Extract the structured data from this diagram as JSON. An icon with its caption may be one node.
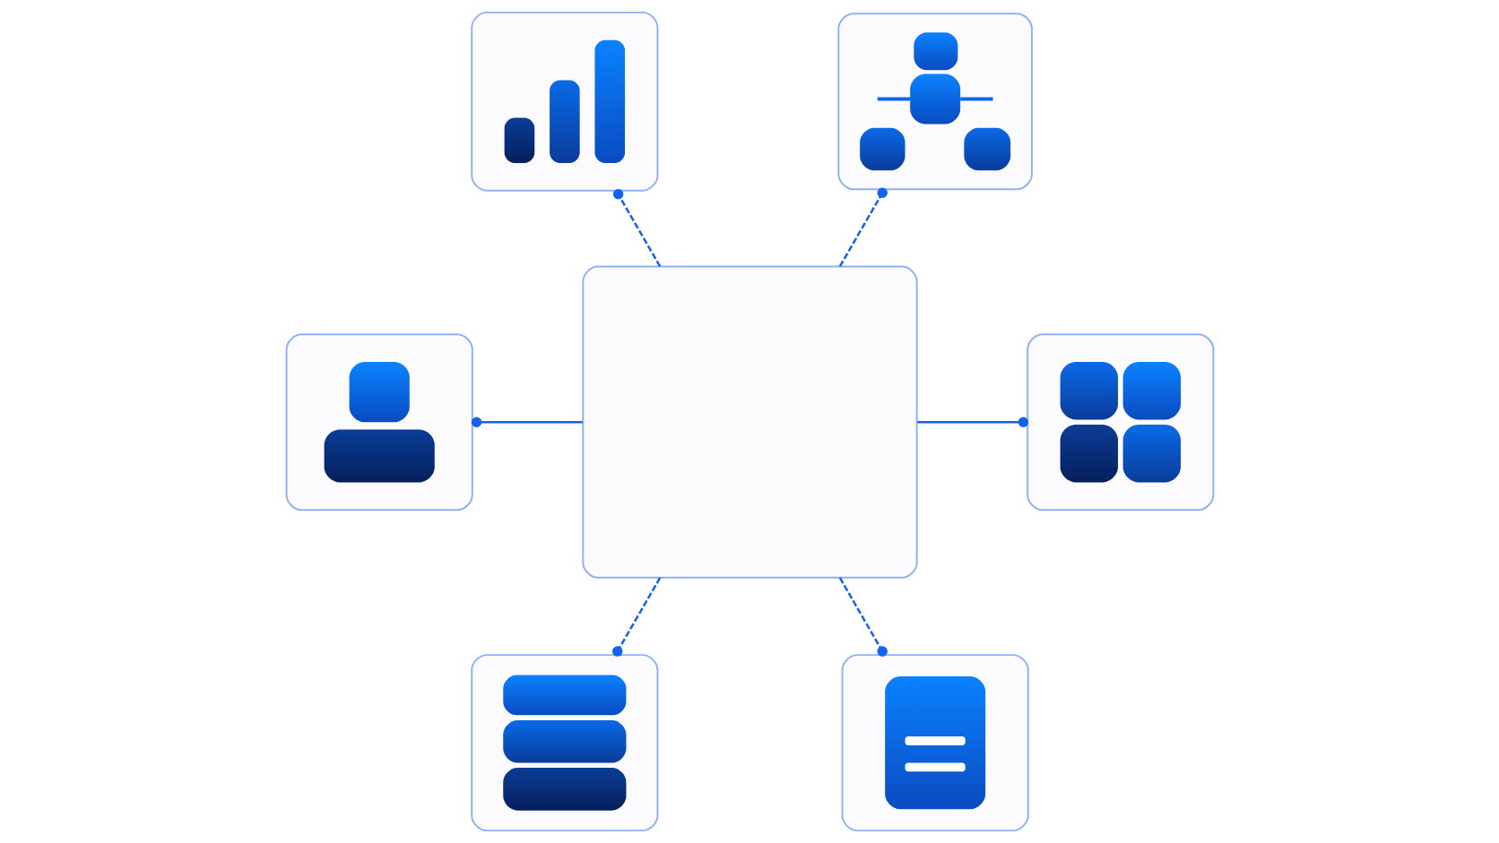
{
  "diagram": {
    "nodes": [
      {
        "text": [],
        "shape": "picture"
      },
      {
        "text": [],
        "shape": "picture"
      },
      {
        "text": [],
        "shape": "box"
      },
      {
        "text": [],
        "shape": "picture"
      },
      {
        "text": [],
        "shape": "picture"
      },
      {
        "text": [],
        "shape": "picture"
      },
      {
        "text": [],
        "shape": "picture"
      }
    ],
    "edges": [
      {
        "from": 2,
        "to": 0,
        "arrow": "other",
        "style": "dashed"
      },
      {
        "from": 2,
        "to": 1,
        "arrow": "other",
        "style": "dashed"
      },
      {
        "from": 2,
        "to": 4,
        "arrow": "other"
      },
      {
        "from": 2,
        "to": 6,
        "arrow": "other",
        "style": "dashed"
      },
      {
        "from": 2,
        "to": 5,
        "arrow": "other",
        "style": "dashed"
      },
      {
        "from": 2,
        "to": 3,
        "arrow": "other"
      }
    ]
  }
}
